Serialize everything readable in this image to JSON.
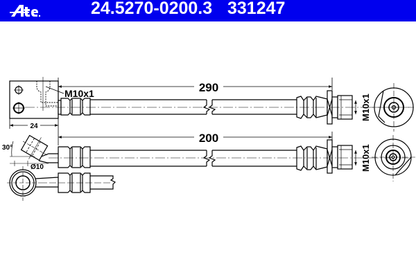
{
  "header": {
    "brand": "Ate",
    "part_number": "24.5270-0200.3",
    "reference_number": "331247",
    "background_color": "#0000ee",
    "text_color": "#ffffff"
  },
  "drawing": {
    "hose_upper": {
      "length_label": "290",
      "left_thread_label": "M10x1",
      "right_thread_label": "M10x1",
      "bracket_width_label": "24"
    },
    "hose_lower": {
      "length_label": "200",
      "right_thread_label": "M10x1",
      "angle_label": "30°",
      "banjo_diameter_label": "Ø10"
    }
  }
}
